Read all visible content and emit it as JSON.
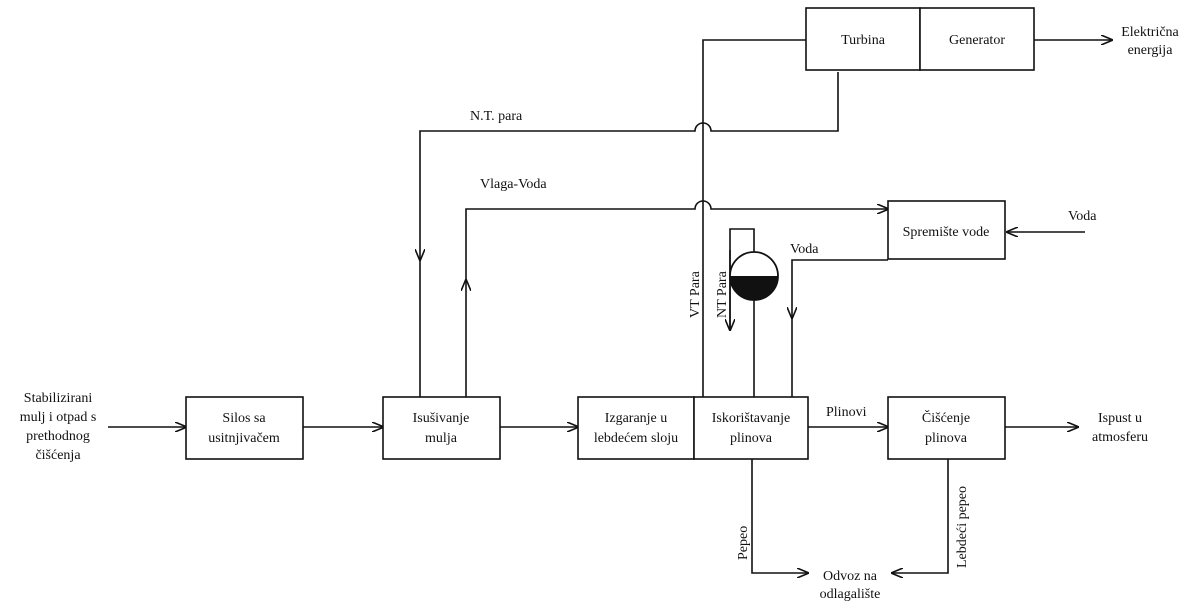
{
  "boxes": {
    "turbina": "Turbina",
    "generator": "Generator",
    "silos": [
      "Silos sa",
      "usitnjivačem"
    ],
    "isusivanje": [
      "Isušivanje",
      "mulja"
    ],
    "izgaranje": [
      "Izgaranje u",
      "lebdećem sloju"
    ],
    "iskoristavanje": [
      "Iskorištavanje",
      "plinova"
    ],
    "ciscenje": [
      "Čišćenje",
      "plinova"
    ],
    "spremiste": "Spremište vode"
  },
  "labels": {
    "input": [
      "Stabilizirani",
      "mulj i otpad s",
      "prethodnog",
      "čišćenja"
    ],
    "elektricna": [
      "Električna",
      "energija"
    ],
    "nt_para": "N.T. para",
    "vlaga_voda": "Vlaga-Voda",
    "voda_in": "Voda",
    "voda_drum": "Voda",
    "vt_para": "VT Para",
    "nt_para_v": "NT Para",
    "plinovi": "Plinovi",
    "ispust": [
      "Ispust u",
      "atmosferu"
    ],
    "pepeo": "Pepeo",
    "lebdeci_pepeo": "Lebdeći pepeo",
    "odvoz": [
      "Odvoz na",
      "odlagalište"
    ]
  }
}
